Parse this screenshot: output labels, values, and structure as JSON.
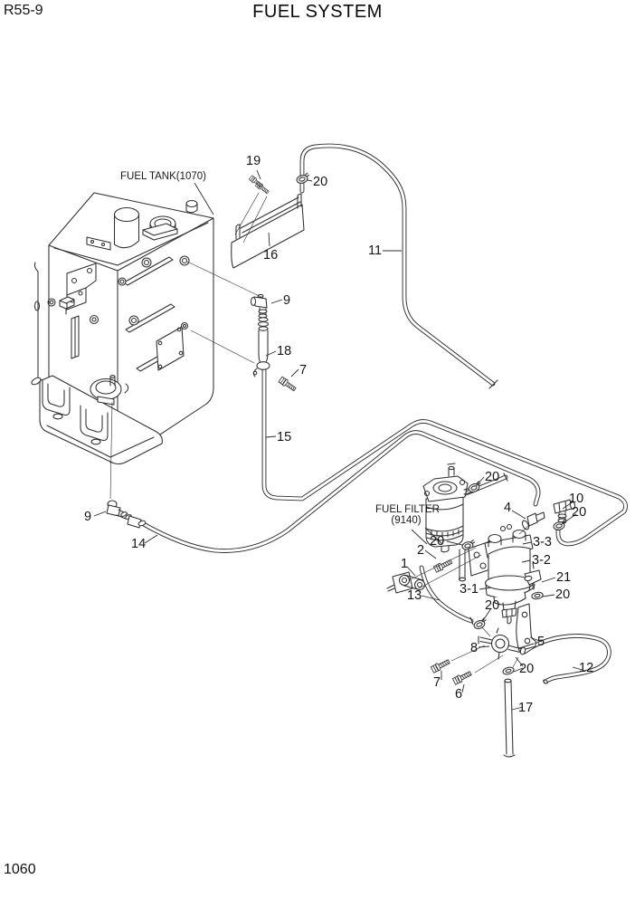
{
  "page": {
    "model_code": "R55-9",
    "title": "FUEL SYSTEM",
    "page_number": "1060"
  },
  "diagram": {
    "line_color": "#2e2e2e",
    "labels": {
      "fuel_tank": "FUEL TANK(1070)",
      "fuel_filter_line1": "FUEL FILTER",
      "fuel_filter_line2": "(9140)"
    },
    "callouts": [
      {
        "ref": "19"
      },
      {
        "ref": "20"
      },
      {
        "ref": "16"
      },
      {
        "ref": "11"
      },
      {
        "ref": "9"
      },
      {
        "ref": "18"
      },
      {
        "ref": "7"
      },
      {
        "ref": "15"
      },
      {
        "ref": "9"
      },
      {
        "ref": "14"
      },
      {
        "ref": "20"
      },
      {
        "ref": "4"
      },
      {
        "ref": "10"
      },
      {
        "ref": "20"
      },
      {
        "ref": "2"
      },
      {
        "ref": "20"
      },
      {
        "ref": "3-3"
      },
      {
        "ref": "3-2"
      },
      {
        "ref": "1"
      },
      {
        "ref": "3-1"
      },
      {
        "ref": "21"
      },
      {
        "ref": "20"
      },
      {
        "ref": "13"
      },
      {
        "ref": "20"
      },
      {
        "ref": "8"
      },
      {
        "ref": "5"
      },
      {
        "ref": "7"
      },
      {
        "ref": "6"
      },
      {
        "ref": "20"
      },
      {
        "ref": "12"
      },
      {
        "ref": "17"
      }
    ]
  }
}
